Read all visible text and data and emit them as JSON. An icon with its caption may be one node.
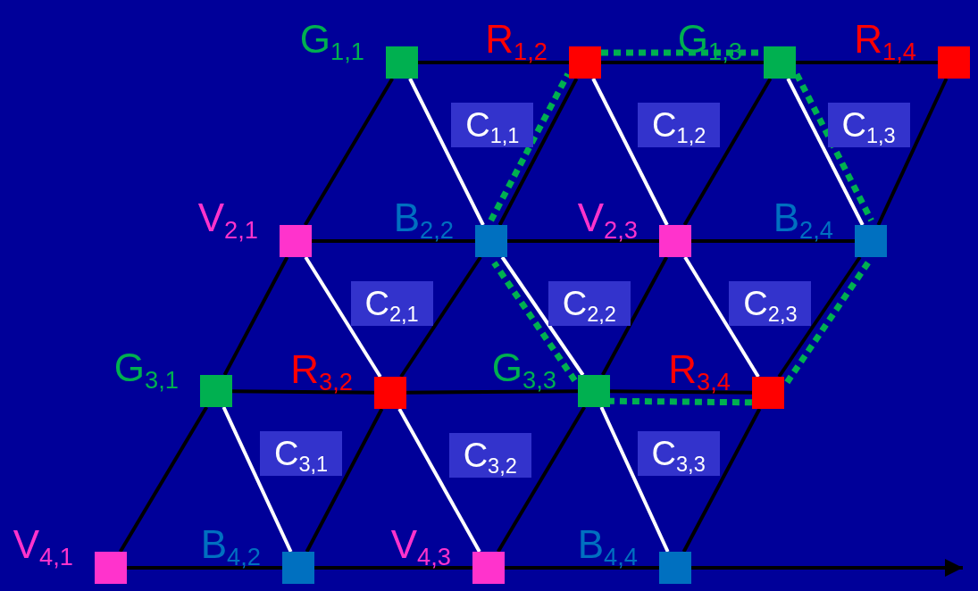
{
  "diagram": {
    "nodes": [
      {
        "text": [
          "G$_{1,1}$"
        ]
      },
      {
        "text": [
          "R$_{1,2}$"
        ]
      },
      {
        "text": [
          "G$_{1,3}$"
        ]
      },
      {
        "text": [
          "R$_{1,4}$"
        ]
      },
      {
        "text": [
          "C$_{1,1}$"
        ]
      },
      {
        "text": [
          "C$_{1,2}$"
        ]
      },
      {
        "text": [
          "C$_{1,3}$"
        ]
      },
      {
        "text": [
          "V$_{2,1}$"
        ]
      },
      {
        "text": [
          "B$_{2,2}$"
        ]
      },
      {
        "text": [
          "V$_{2,3}$"
        ]
      },
      {
        "text": [
          "B$_{2,4}$"
        ]
      },
      {
        "text": [
          "C$_{2,1}$"
        ]
      },
      {
        "text": [
          "C$_{2,2}$"
        ]
      },
      {
        "text": [
          "C$_{2,3}$"
        ]
      },
      {
        "text": [
          "G$_{3,1}$"
        ]
      },
      {
        "text": [
          "R$_{3,2}$"
        ]
      },
      {
        "text": [
          "G$_{3,3}$"
        ]
      },
      {
        "text": [
          "R$_{3,4}$"
        ]
      },
      {
        "text": [
          "C$_{3,1}$"
        ]
      },
      {
        "text": [
          "C$_{3,2}$"
        ]
      },
      {
        "text": [
          "C$_{3,3}$"
        ]
      },
      {
        "text": [
          "V$_{4,1}$"
        ]
      },
      {
        "text": [
          "B$_{4,2}$"
        ]
      },
      {
        "text": [
          "V$_{4,3}$"
        ]
      },
      {
        "text": [
          "B$_{4,4}$"
        ]
      }
    ],
    "edges": [
      {
        "from": 0,
        "to": 1,
        "arrow": "none"
      },
      {
        "from": 1,
        "to": 2,
        "arrow": "none"
      },
      {
        "from": 2,
        "to": 3,
        "arrow": "none"
      },
      {
        "from": 7,
        "to": 8,
        "arrow": "none"
      },
      {
        "from": 8,
        "to": 9,
        "arrow": "none"
      },
      {
        "from": 9,
        "to": 10,
        "arrow": "none"
      },
      {
        "from": 14,
        "to": 15,
        "arrow": "none"
      },
      {
        "from": 15,
        "to": 16,
        "arrow": "none"
      },
      {
        "from": 16,
        "to": 17,
        "arrow": "none"
      },
      {
        "from": 21,
        "to": 22,
        "arrow": "none"
      },
      {
        "from": 22,
        "to": 23,
        "arrow": "none"
      },
      {
        "from": 23,
        "to": 24,
        "arrow": "none"
      },
      {
        "from": 24,
        "to": null,
        "arrow": "to"
      },
      {
        "from": 0,
        "to": 7,
        "arrow": "none"
      },
      {
        "from": 7,
        "to": 14,
        "arrow": "none"
      },
      {
        "from": 14,
        "to": 21,
        "arrow": "none"
      },
      {
        "from": 1,
        "to": 8,
        "arrow": "none"
      },
      {
        "from": 8,
        "to": 15,
        "arrow": "none"
      },
      {
        "from": 15,
        "to": 22,
        "arrow": "none"
      },
      {
        "from": 2,
        "to": 9,
        "arrow": "none"
      },
      {
        "from": 9,
        "to": 16,
        "arrow": "none"
      },
      {
        "from": 16,
        "to": 23,
        "arrow": "none"
      },
      {
        "from": 3,
        "to": 10,
        "arrow": "none"
      },
      {
        "from": 10,
        "to": 17,
        "arrow": "none"
      },
      {
        "from": 17,
        "to": 24,
        "arrow": "none"
      },
      {
        "from": 0,
        "to": 8,
        "arrow": "none",
        "color": "#ffffff"
      },
      {
        "from": 1,
        "to": 9,
        "arrow": "none",
        "color": "#ffffff"
      },
      {
        "from": 2,
        "to": 10,
        "arrow": "none",
        "color": "#ffffff"
      },
      {
        "from": 7,
        "to": 15,
        "arrow": "none",
        "color": "#ffffff"
      },
      {
        "from": 8,
        "to": 16,
        "arrow": "none",
        "color": "#ffffff"
      },
      {
        "from": 9,
        "to": 17,
        "arrow": "none",
        "color": "#ffffff"
      },
      {
        "from": 14,
        "to": 22,
        "arrow": "none",
        "color": "#ffffff"
      },
      {
        "from": 15,
        "to": 23,
        "arrow": "none",
        "color": "#ffffff"
      },
      {
        "from": 16,
        "to": 24,
        "arrow": "none",
        "color": "#ffffff"
      },
      {
        "from": 1,
        "to": 2,
        "arrow": "none",
        "style": "dashed",
        "color": "#00b050"
      },
      {
        "from": 2,
        "to": 10,
        "arrow": "none",
        "style": "dashed",
        "color": "#00b050"
      },
      {
        "from": 10,
        "to": 17,
        "arrow": "none",
        "style": "dashed",
        "color": "#00b050"
      },
      {
        "from": 17,
        "to": 16,
        "arrow": "none",
        "style": "dashed",
        "color": "#00b050"
      },
      {
        "from": 16,
        "to": 8,
        "arrow": "none",
        "style": "dashed",
        "color": "#00b050"
      },
      {
        "from": 8,
        "to": 1,
        "arrow": "none",
        "style": "dashed",
        "color": "#00b050"
      }
    ]
  }
}
